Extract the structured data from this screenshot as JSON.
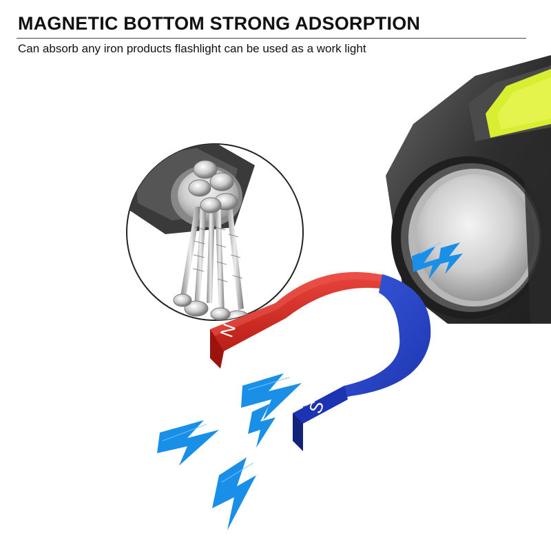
{
  "header": {
    "title": "MAGNETIC BOTTOM STRONG ADSORPTION",
    "subtitle": "Can absorb any iron products flashlight can be used as a work light"
  },
  "magnet": {
    "north_label": "N",
    "south_label": "S",
    "north_color": "#d42a24",
    "south_color": "#2446c8"
  },
  "colors": {
    "lightning": "#1a8fe8",
    "cob_light": "#d8ee30",
    "housing": "#3a3a3a"
  },
  "icons": [
    "lightning-bolt-icon",
    "screw-icon",
    "magnet-icon"
  ]
}
